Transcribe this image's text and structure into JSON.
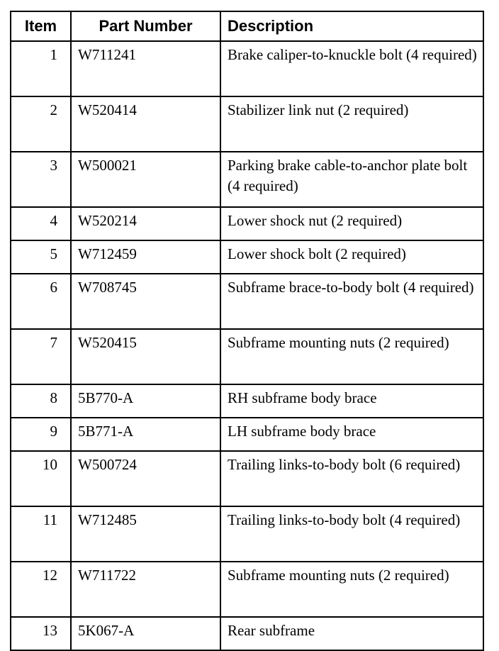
{
  "document": {
    "type": "parts-table",
    "background_color": "#ffffff",
    "text_color": "#000000",
    "border_color": "#000000"
  },
  "table": {
    "columns": [
      {
        "key": "item",
        "label": "Item",
        "align": "right"
      },
      {
        "key": "part_number",
        "label": "Part Number",
        "align": "left"
      },
      {
        "key": "description",
        "label": "Description",
        "align": "left"
      }
    ],
    "rows": [
      {
        "item": "1",
        "part_number": "W711241",
        "description": "Brake caliper-to-knuckle bolt (4 required)",
        "lines": 2
      },
      {
        "item": "2",
        "part_number": "W520414",
        "description": "Stabilizer link nut (2 required)",
        "lines": 2
      },
      {
        "item": "3",
        "part_number": "W500021",
        "description": "Parking brake cable-to-anchor plate bolt (4 required)",
        "lines": 2
      },
      {
        "item": "4",
        "part_number": "W520214",
        "description": "Lower shock nut (2 required)",
        "lines": 1
      },
      {
        "item": "5",
        "part_number": "W712459",
        "description": "Lower shock bolt (2 required)",
        "lines": 1
      },
      {
        "item": "6",
        "part_number": "W708745",
        "description": "Subframe brace-to-body bolt (4 required)",
        "lines": 2
      },
      {
        "item": "7",
        "part_number": "W520415",
        "description": "Subframe mounting nuts (2 required)",
        "lines": 2
      },
      {
        "item": "8",
        "part_number": "5B770-A",
        "description": "RH subframe body brace",
        "lines": 1
      },
      {
        "item": "9",
        "part_number": "5B771-A",
        "description": "LH subframe body brace",
        "lines": 1
      },
      {
        "item": "10",
        "part_number": "W500724",
        "description": "Trailing links-to-body bolt (6 required)",
        "lines": 2
      },
      {
        "item": "11",
        "part_number": "W712485",
        "description": "Trailing links-to-body bolt (4 required)",
        "lines": 2
      },
      {
        "item": "12",
        "part_number": "W711722",
        "description": "Subframe mounting nuts (2 required)",
        "lines": 2
      },
      {
        "item": "13",
        "part_number": "5K067-A",
        "description": "Rear subframe",
        "lines": 1
      }
    ]
  }
}
